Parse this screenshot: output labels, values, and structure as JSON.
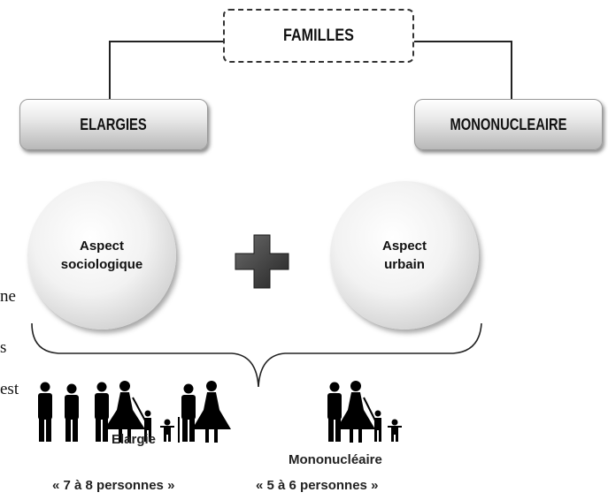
{
  "top": {
    "label": "FAMILLES"
  },
  "categories": {
    "left": "ELARGIES",
    "right": "MONONUCLEAIRE"
  },
  "circles": {
    "left_line1": "Aspect",
    "left_line2": "sociologique",
    "right_line1": "Aspect",
    "right_line2": "urbain"
  },
  "background_fragments": [
    "ne",
    "s",
    "est"
  ],
  "captions": {
    "left_type": "Elargie",
    "left_count": "« 7 à 8 personnes »",
    "right_type": "Mononucléaire",
    "right_count": "«  5 à 6 personnes »"
  },
  "icons": [
    "plus-icon",
    "extended-family-icon",
    "nuclear-family-icon"
  ]
}
